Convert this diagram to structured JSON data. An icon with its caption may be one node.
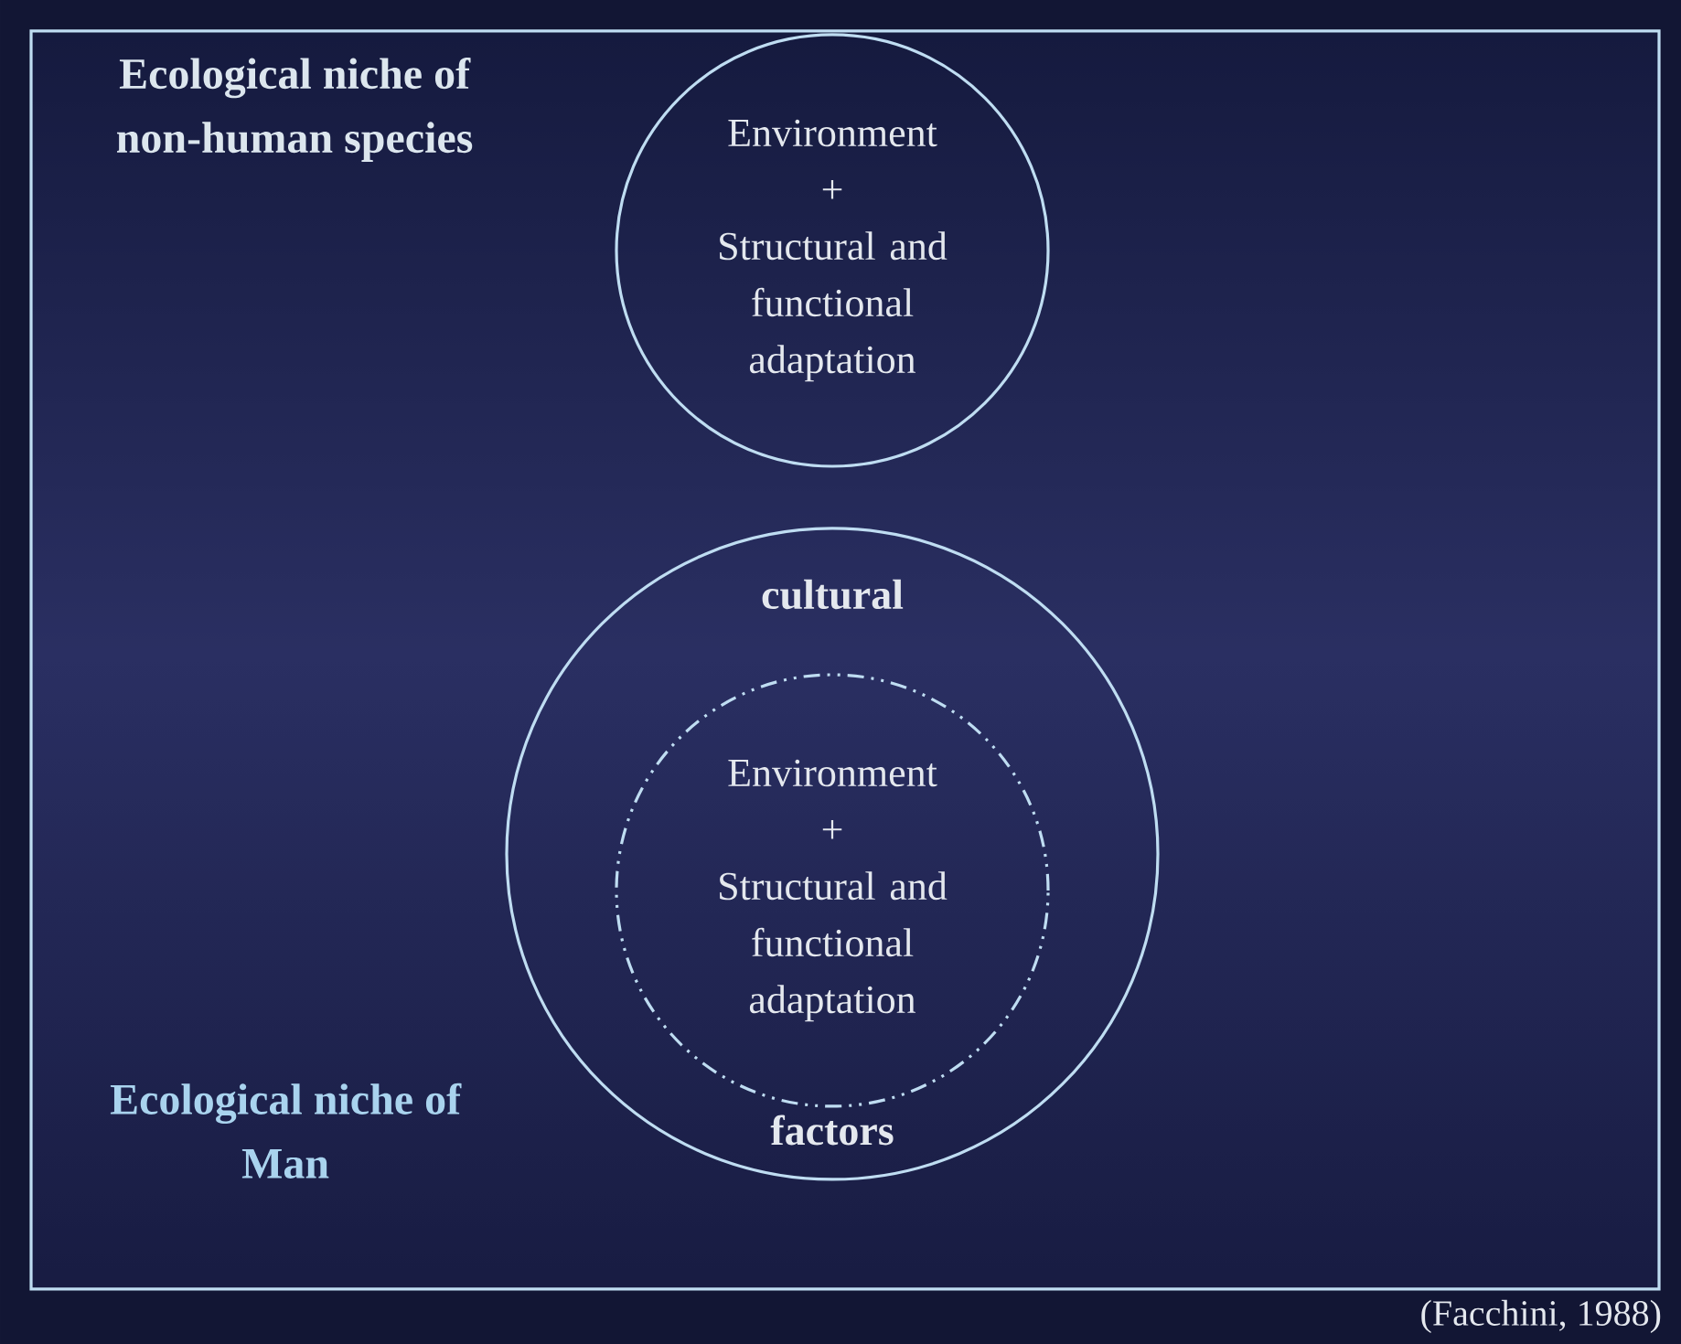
{
  "diagram": {
    "nodes": [
      {
        "text": [
          "Environment",
          "+",
          "Structural and functional adaptation"
        ],
        "beside": [
          "Ecological niche of non-human species"
        ]
      },
      {
        "text": [
          "cultural",
          "factors"
        ],
        "beside": [
          "Ecological niche of Man"
        ]
      },
      {
        "text": [
          "Environment",
          "+",
          "Structural and functional adaptation"
        ],
        "in": 1
      }
    ],
    "edges": [],
    "labels": [
      "(Facchini, 1988)"
    ]
  }
}
